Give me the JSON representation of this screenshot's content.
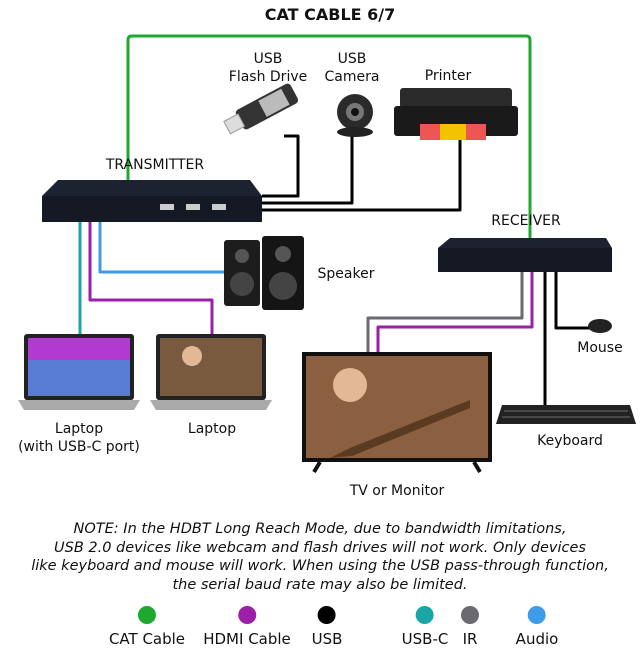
{
  "title": "CAT CABLE 6/7",
  "devices": {
    "transmitter": "TRANSMITTER",
    "receiver": "RECEIVER",
    "flash_drive": [
      "USB",
      "Flash Drive"
    ],
    "camera": [
      "USB",
      "Camera"
    ],
    "printer": "Printer",
    "speaker": "Speaker",
    "laptop_usbc": [
      "Laptop",
      "(with USB-C port)"
    ],
    "laptop": "Laptop",
    "tv": "TV or Monitor",
    "mouse": "Mouse",
    "keyboard": "Keyboard"
  },
  "note": [
    "NOTE: In the HDBT Long Reach Mode, due to bandwidth limitations,",
    "USB 2.0 devices like webcam and flash drives will not work. Only devices",
    "like keyboard and mouse will work. When using the USB pass-through function,",
    "the serial baud rate may also be limited."
  ],
  "legend": [
    {
      "label": "CAT Cable",
      "color": "#1fa82e"
    },
    {
      "label": "HDMI Cable",
      "color": "#9b1fa8"
    },
    {
      "label": "USB",
      "color": "#000000"
    },
    {
      "label": "USB-C",
      "color": "#1aa6a6"
    },
    {
      "label": "IR",
      "color": "#6a6a70"
    },
    {
      "label": "Audio",
      "color": "#3d9be9"
    }
  ]
}
